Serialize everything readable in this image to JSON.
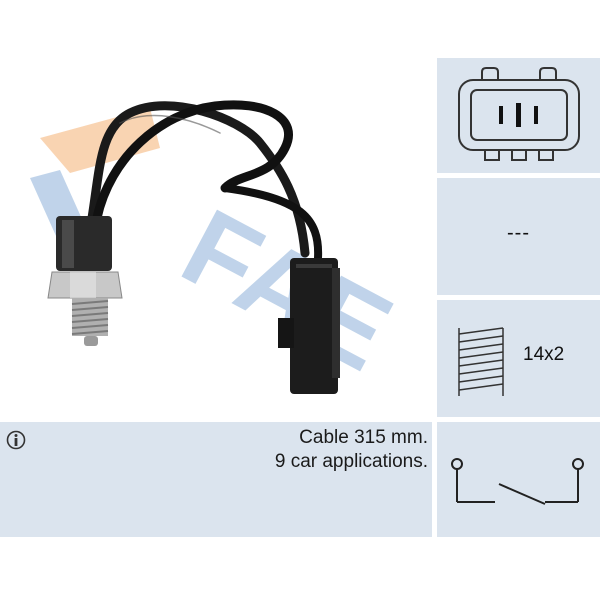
{
  "brand": {
    "logo_text": "FAE"
  },
  "info": {
    "cable_text": "Cable 315 mm.",
    "applications_text": "9 car applications."
  },
  "spec_panels": {
    "connector_icon": "three-pin-connector-icon",
    "dash_value": "---",
    "thread_icon": "thread-icon",
    "thread_value": "14x2",
    "switch_icon": "normally-open-switch-icon"
  },
  "colors": {
    "panel_background": "#dbe4ee",
    "logo_blue": "#5b8fc7",
    "logo_orange": "#f2a25a"
  }
}
